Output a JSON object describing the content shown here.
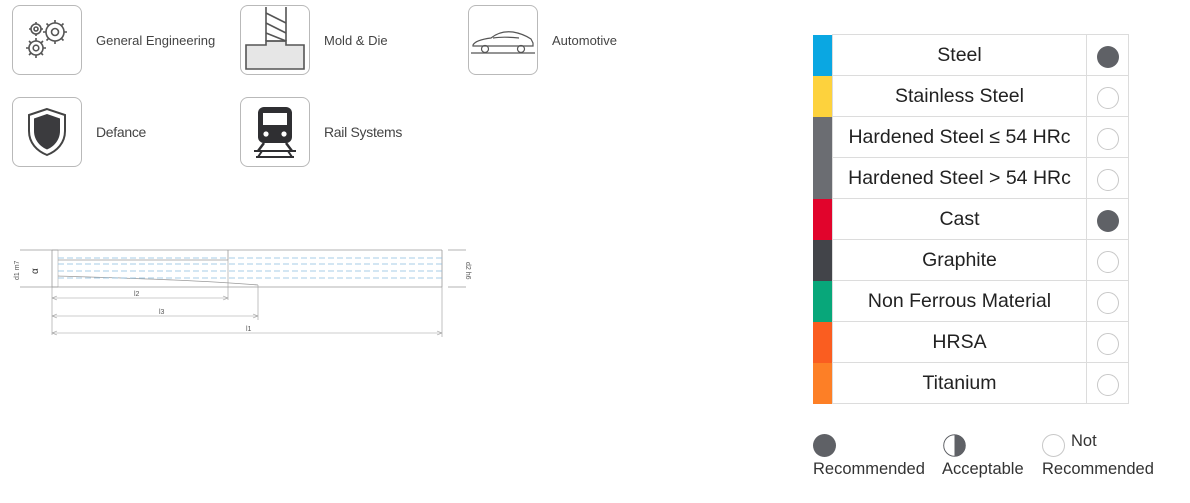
{
  "industries": [
    {
      "label": "General Engineering",
      "icon": "gears-icon"
    },
    {
      "label": "Mold & Die",
      "icon": "end-mill-icon"
    },
    {
      "label": "Automotive",
      "icon": "car-icon"
    },
    {
      "label": "Defance",
      "icon": "shield-icon"
    },
    {
      "label": "Rail  Systems",
      "icon": "train-icon"
    }
  ],
  "drawing": {
    "labels": {
      "d1": "d1 m7",
      "alpha": "α",
      "d2": "d2 h6",
      "l2": "l2",
      "l3": "l3",
      "l1": "l1"
    }
  },
  "materials": [
    {
      "name": "Steel",
      "color": "#0aa7e2",
      "rating": "recommended"
    },
    {
      "name": "Stainless Steel",
      "color": "#fdd23d",
      "rating": "not-recommended"
    },
    {
      "name": "Hardened Steel ≤ 54 HRc",
      "color": "#6b6d72",
      "rating": "not-recommended"
    },
    {
      "name": "Hardened Steel > 54 HRc",
      "color": "#6b6d72",
      "rating": "not-recommended"
    },
    {
      "name": "Cast",
      "color": "#e1042c",
      "rating": "recommended"
    },
    {
      "name": "Graphite",
      "color": "#424449",
      "rating": "not-recommended"
    },
    {
      "name": "Non Ferrous Material",
      "color": "#08a77a",
      "rating": "not-recommended"
    },
    {
      "name": "HRSA",
      "color": "#fa5d20",
      "rating": "not-recommended"
    },
    {
      "name": "Titanium",
      "color": "#fd7f26",
      "rating": "not-recommended"
    }
  ],
  "legend": {
    "recommended": "Recommended",
    "acceptable": "Acceptable",
    "not_top": "Not",
    "not_bottom": "Recommended"
  },
  "colors": {
    "rating_fill": "#5f6166",
    "border": "#dcdcdc"
  }
}
